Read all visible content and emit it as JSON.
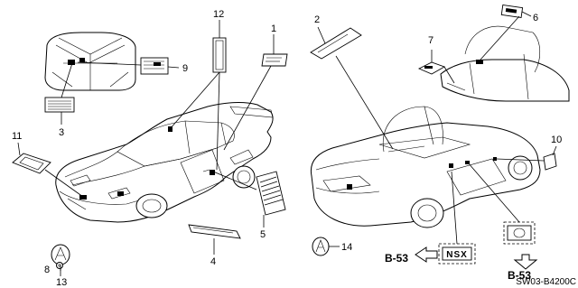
{
  "callouts": {
    "c1": "1",
    "c2": "2",
    "c3": "3",
    "c4": "4",
    "c5": "5",
    "c6": "6",
    "c7": "7",
    "c8": "8",
    "c9": "9",
    "c10": "10",
    "c11": "11",
    "c12": "12",
    "c13": "13",
    "c14": "14"
  },
  "references": {
    "left": "B-53",
    "right": "B-53"
  },
  "badge_text": "NSX",
  "diagram_code": "SW03-B4200C"
}
